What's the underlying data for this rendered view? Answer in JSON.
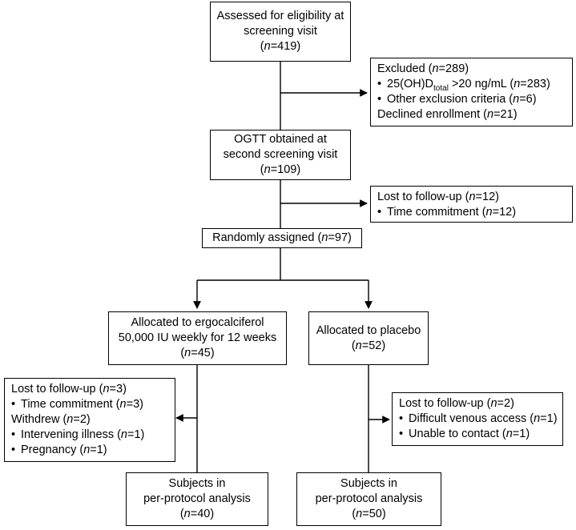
{
  "screening": {
    "l1": "Assessed for eligibility at",
    "l2": "screening visit",
    "n_pre": "(",
    "n_var": "n",
    "n_post": "=419)"
  },
  "excluded": {
    "l1_pre": "Excluded (",
    "l1_var": "n",
    "l1_post": "=289)",
    "b1_main": "25(OH)D",
    "b1_sub": "total",
    "b1_mid": " >20 ng/mL (",
    "b1_var": "n",
    "b1_post": "=283)",
    "b2_pre": "Other exclusion criteria (",
    "b2_var": "n",
    "b2_post": "=6)",
    "l4_pre": "Declined enrollment (",
    "l4_var": "n",
    "l4_post": "=21)"
  },
  "ogtt": {
    "l1": "OGTT obtained at",
    "l2": "second screening visit",
    "n_pre": "(",
    "n_var": "n",
    "n_post": "=109)"
  },
  "lost1": {
    "l1_pre": "Lost to follow-up (",
    "l1_var": "n",
    "l1_post": "=12)",
    "b1_pre": "Time commitment (",
    "b1_var": "n",
    "b1_post": "=12)"
  },
  "random": {
    "pre": "Randomly assigned (",
    "var": "n",
    "post": "=97)"
  },
  "ergo": {
    "l1": "Allocated to ergocalciferol",
    "l2": "50,000 IU weekly for 12 weeks",
    "n_pre": "(",
    "n_var": "n",
    "n_post": "=45)"
  },
  "placebo": {
    "l1": "Allocated to placebo",
    "n_pre": "(",
    "n_var": "n",
    "n_post": "=52)"
  },
  "lost_ergo": {
    "l1_pre": "Lost to follow-up (",
    "l1_var": "n",
    "l1_post": "=3)",
    "b1_pre": "Time commitment (",
    "b1_var": "n",
    "b1_post": "=3)",
    "l3_pre": "Withdrew (",
    "l3_var": "n",
    "l3_post": "=2)",
    "b2_pre": "Intervening  illness (",
    "b2_var": "n",
    "b2_post": "=1)",
    "b3_pre": "Pregnancy (",
    "b3_var": "n",
    "b3_post": "=1)"
  },
  "lost_placebo": {
    "l1_pre": "Lost to follow-up (",
    "l1_var": "n",
    "l1_post": "=2)",
    "b1_pre": "Difficult venous access (",
    "b1_var": "n",
    "b1_post": "=1)",
    "b2_pre": "Unable to contact (",
    "b2_var": "n",
    "b2_post": "=1)"
  },
  "pp_ergo": {
    "l1": "Subjects in",
    "l2": "per-protocol analysis",
    "n_pre": "(",
    "n_var": "n",
    "n_post": "=40)"
  },
  "pp_placebo": {
    "l1": "Subjects in",
    "l2": "per-protocol analysis",
    "n_pre": "(",
    "n_var": "n",
    "n_post": "=50)"
  }
}
